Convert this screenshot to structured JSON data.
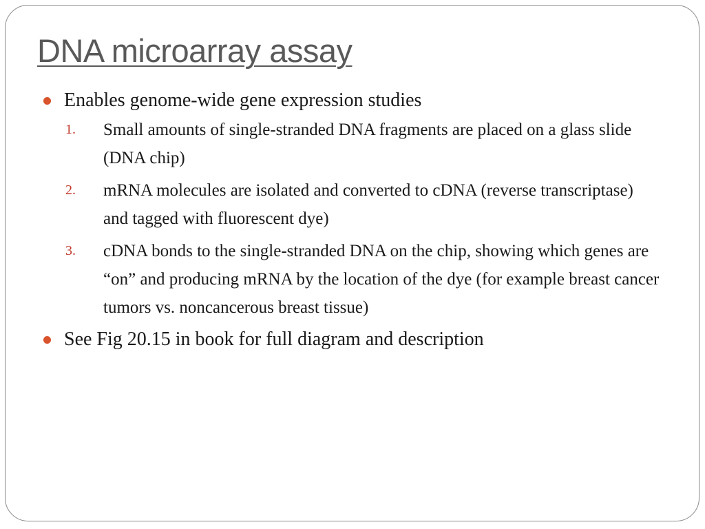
{
  "slide": {
    "title": "DNA microarray assay",
    "bullets": [
      {
        "text": "Enables genome-wide gene expression studies",
        "items": [
          {
            "number": "1.",
            "text": "Small amounts of single-stranded DNA fragments are placed on a glass slide (DNA chip)"
          },
          {
            "number": "2.",
            "text": "mRNA molecules are isolated and converted to cDNA (reverse transcriptase) and tagged with fluorescent dye)"
          },
          {
            "number": "3.",
            "text": "cDNA bonds to the single-stranded DNA on the chip, showing which genes are “on” and producing mRNA by the location of the dye (for example breast cancer tumors vs. noncancerous breast tissue)"
          }
        ]
      },
      {
        "text": "See Fig 20.15 in book for full diagram and description"
      }
    ]
  },
  "colors": {
    "title": "#595959",
    "bullet": "#d9532c",
    "number": "#c0392b",
    "frame": "#8a8a8a"
  }
}
